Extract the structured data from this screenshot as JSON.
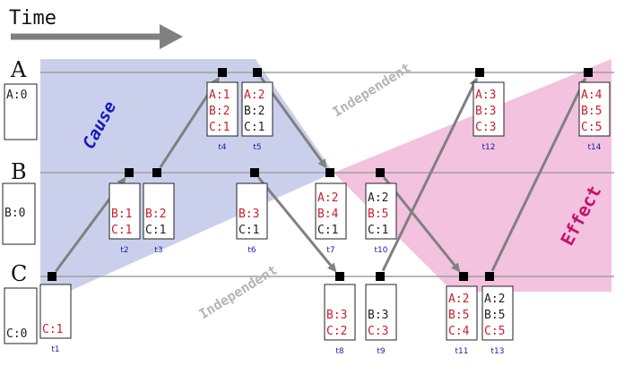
{
  "colors": {
    "cause_region": "#b8c0e6",
    "effect_region": "#efb3d6",
    "arrow": "#808080",
    "line": "#a0a0a0",
    "red_text": "#cc1f2a",
    "black_text": "#222222",
    "blue_label": "#1a1ab0",
    "cause_text": "#1a1ab8",
    "effect_text": "#c8106e",
    "independent_text": "#b5b5b5"
  },
  "header": {
    "time_label": "Time"
  },
  "processes": [
    {
      "name": "A",
      "initial": "A:0"
    },
    {
      "name": "B",
      "initial": "B:0"
    },
    {
      "name": "C",
      "initial": "C:0"
    }
  ],
  "regions": {
    "cause_label": "Cause",
    "effect_label": "Effect",
    "independent_label": "Independent"
  },
  "events": [
    {
      "id": "t1",
      "proc": "C",
      "label": "t1",
      "lines": [
        {
          "text": "C:1",
          "red": true
        }
      ]
    },
    {
      "id": "t2",
      "proc": "B",
      "label": "t2",
      "lines": [
        {
          "text": "B:1",
          "red": true
        },
        {
          "text": "C:1",
          "red": true
        }
      ]
    },
    {
      "id": "t3",
      "proc": "B",
      "label": "t3",
      "lines": [
        {
          "text": "B:2",
          "red": true
        },
        {
          "text": "C:1",
          "red": false
        }
      ]
    },
    {
      "id": "t4",
      "proc": "A",
      "label": "t4",
      "lines": [
        {
          "text": "A:1",
          "red": true
        },
        {
          "text": "B:2",
          "red": true
        },
        {
          "text": "C:1",
          "red": true
        }
      ]
    },
    {
      "id": "t5",
      "proc": "A",
      "label": "t5",
      "lines": [
        {
          "text": "A:2",
          "red": true
        },
        {
          "text": "B:2",
          "red": false
        },
        {
          "text": "C:1",
          "red": false
        }
      ]
    },
    {
      "id": "t6",
      "proc": "B",
      "label": "t6",
      "lines": [
        {
          "text": "B:3",
          "red": true
        },
        {
          "text": "C:1",
          "red": false
        }
      ]
    },
    {
      "id": "t7",
      "proc": "B",
      "label": "t7",
      "lines": [
        {
          "text": "A:2",
          "red": true
        },
        {
          "text": "B:4",
          "red": true
        },
        {
          "text": "C:1",
          "red": false
        }
      ]
    },
    {
      "id": "t8",
      "proc": "C",
      "label": "t8",
      "lines": [
        {
          "text": "B:3",
          "red": true
        },
        {
          "text": "C:2",
          "red": true
        }
      ]
    },
    {
      "id": "t9",
      "proc": "C",
      "label": "t9",
      "lines": [
        {
          "text": "B:3",
          "red": false
        },
        {
          "text": "C:3",
          "red": true
        }
      ]
    },
    {
      "id": "t10",
      "proc": "B",
      "label": "t10",
      "lines": [
        {
          "text": "A:2",
          "red": false
        },
        {
          "text": "B:5",
          "red": true
        },
        {
          "text": "C:1",
          "red": false
        }
      ]
    },
    {
      "id": "t11",
      "proc": "C",
      "label": "t11",
      "lines": [
        {
          "text": "A:2",
          "red": true
        },
        {
          "text": "B:5",
          "red": true
        },
        {
          "text": "C:4",
          "red": true
        }
      ]
    },
    {
      "id": "t12",
      "proc": "A",
      "label": "t12",
      "lines": [
        {
          "text": "A:3",
          "red": true
        },
        {
          "text": "B:3",
          "red": true
        },
        {
          "text": "C:3",
          "red": true
        }
      ]
    },
    {
      "id": "t13",
      "proc": "C",
      "label": "t13",
      "lines": [
        {
          "text": "A:2",
          "red": false
        },
        {
          "text": "B:5",
          "red": false
        },
        {
          "text": "C:5",
          "red": true
        }
      ]
    },
    {
      "id": "t14",
      "proc": "A",
      "label": "t14",
      "lines": [
        {
          "text": "A:4",
          "red": true
        },
        {
          "text": "B:5",
          "red": true
        },
        {
          "text": "C:5",
          "red": true
        }
      ]
    }
  ],
  "messages": [
    {
      "from": "t1",
      "to": "t2"
    },
    {
      "from": "t3",
      "to": "t4"
    },
    {
      "from": "t5",
      "to": "t7"
    },
    {
      "from": "t6",
      "to": "t8"
    },
    {
      "from": "t9",
      "to": "t12"
    },
    {
      "from": "t10",
      "to": "t11"
    },
    {
      "from": "t13",
      "to": "t14"
    }
  ]
}
